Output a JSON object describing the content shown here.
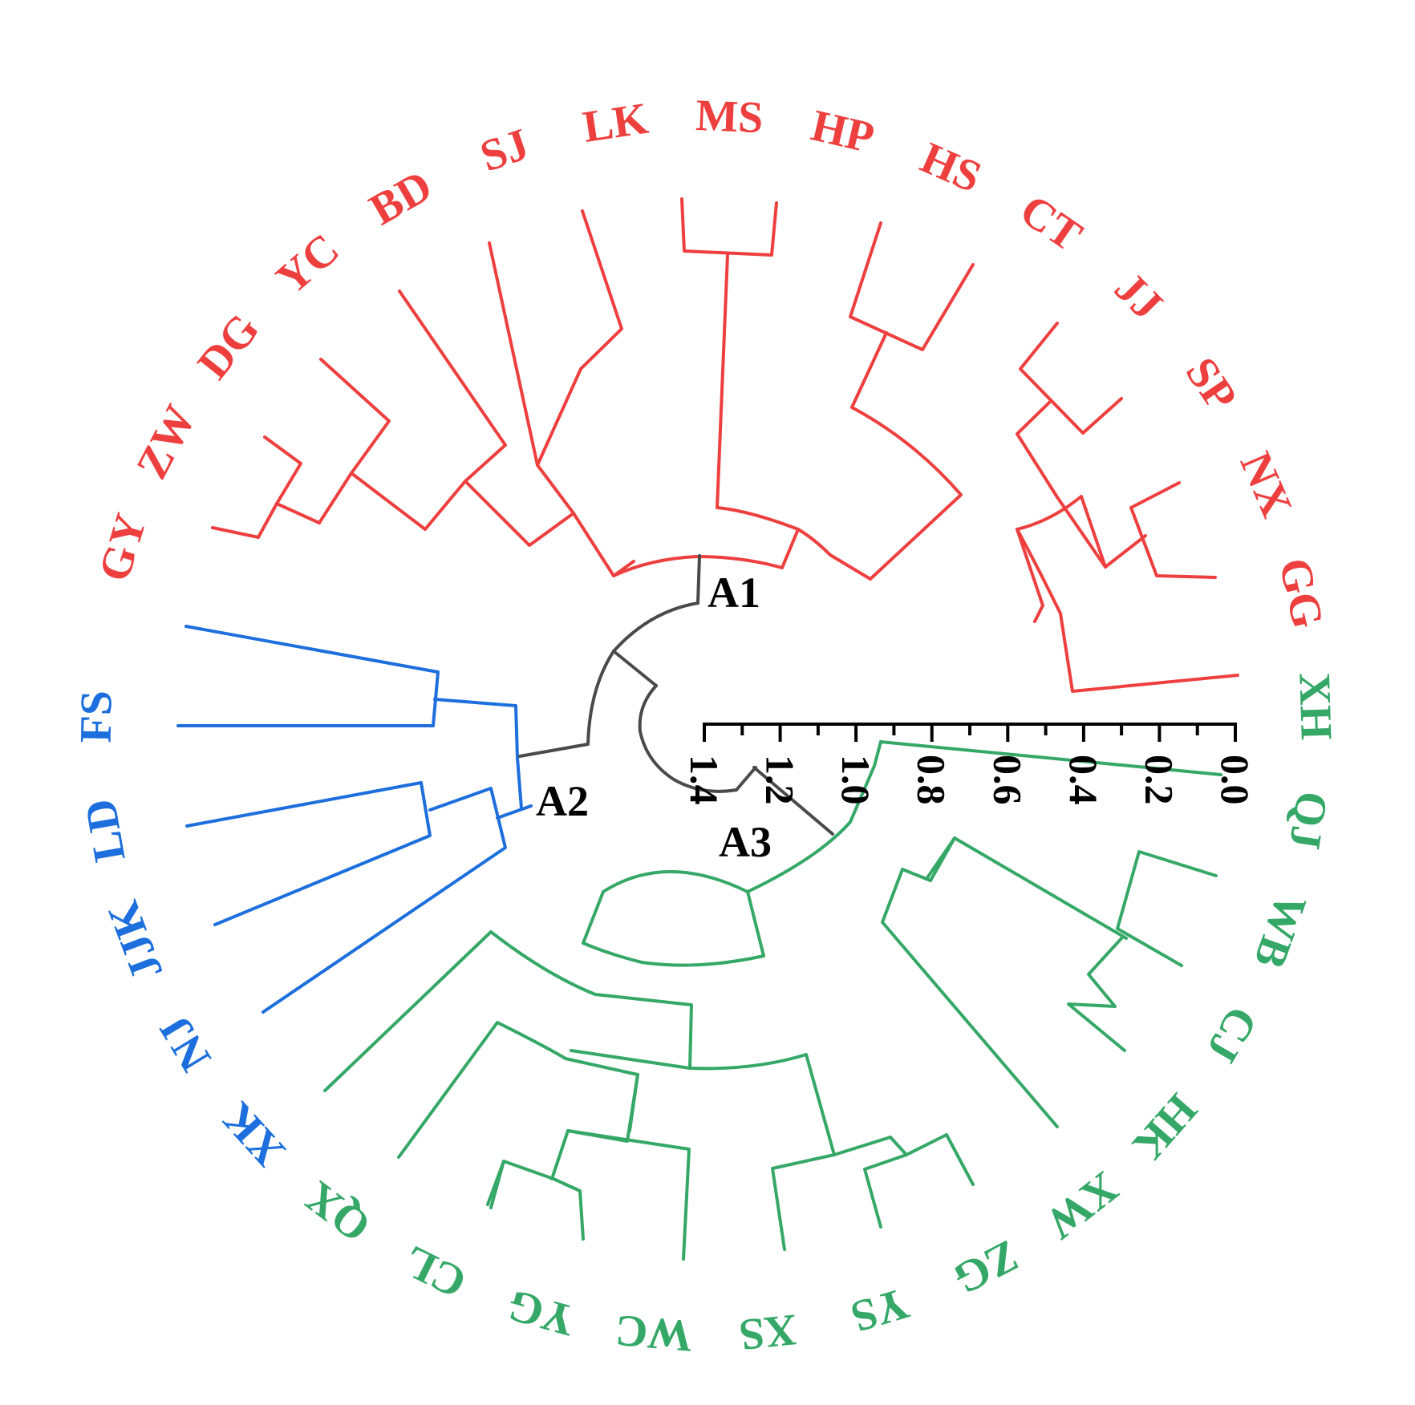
{
  "colors": {
    "A1": "#ee3f3f",
    "A2": "#1c6fdc",
    "A3": "#35a867",
    "root": "#4a4a4a",
    "scale": "#000000"
  },
  "chart_data": {
    "type": "circular-dendrogram",
    "leaves": [
      "GY",
      "ZW",
      "DG",
      "YC",
      "BD",
      "SJ",
      "LK",
      "MS",
      "HP",
      "HS",
      "CT",
      "JJ",
      "SP",
      "NX",
      "GG",
      "XH",
      "QJ",
      "WB",
      "CJ",
      "HK",
      "XW",
      "ZG",
      "YS",
      "XS",
      "WC",
      "YG",
      "CL",
      "QX",
      "XK",
      "NJ",
      "JJK",
      "LD",
      "FS"
    ],
    "clusters": [
      {
        "name": "A1",
        "leaves": [
          "GY",
          "ZW",
          "DG",
          "YC",
          "BD",
          "SJ",
          "LK",
          "MS",
          "HP",
          "HS",
          "CT",
          "JJ",
          "SP",
          "NX",
          "GG"
        ]
      },
      {
        "name": "A2",
        "leaves": [
          "FS",
          "LD",
          "JJK",
          "NJ",
          "XK"
        ]
      },
      {
        "name": "A3",
        "leaves": [
          "XH",
          "QJ",
          "WB",
          "CJ",
          "HK",
          "XW",
          "ZG",
          "YS",
          "XS",
          "WC",
          "YG",
          "CL",
          "QX"
        ]
      }
    ],
    "scale": {
      "ticks": [
        "1.4",
        "1.2",
        "1.0",
        "0.8",
        "0.6",
        "0.4",
        "0.2",
        "0.0"
      ],
      "range": [
        1.4,
        0.0
      ]
    }
  }
}
